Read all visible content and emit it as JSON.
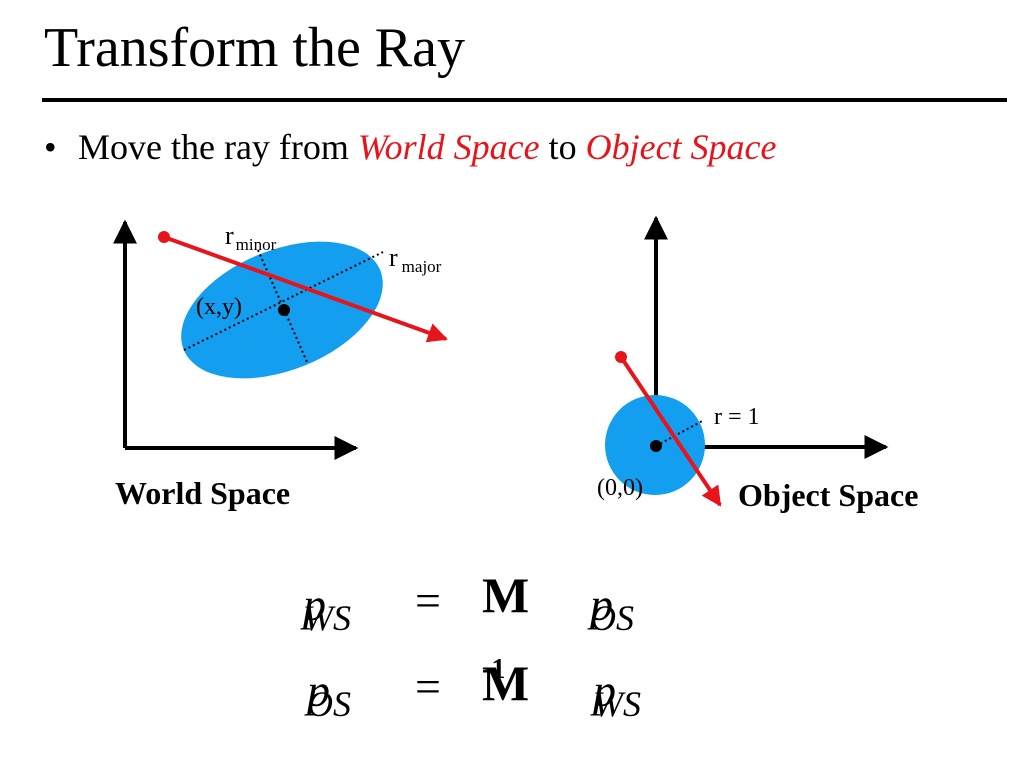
{
  "title": "Transform the Ray",
  "bullet": {
    "marker": "•",
    "prefix": "Move the ray from ",
    "highlight1": "World Space",
    "middle": " to ",
    "highlight2": "Object Space"
  },
  "world": {
    "label": "World Space",
    "center_label": "(x,y)",
    "r_minor_base": "r",
    "r_minor_sub": "minor",
    "r_major_base": "r",
    "r_major_sub": "major"
  },
  "object": {
    "label": "Object Space",
    "origin_label": "(0,0)",
    "radius_label": "r = 1"
  },
  "equations": [
    {
      "lhs": "p",
      "lhs_sub": "WS",
      "eq": "=",
      "matrix": "M",
      "matrix_sup": "",
      "rhs": "p",
      "rhs_sub": "OS"
    },
    {
      "lhs": "p",
      "lhs_sub": "OS",
      "eq": "=",
      "matrix": "M",
      "matrix_sup": "-1",
      "rhs": "p",
      "rhs_sub": "WS"
    }
  ],
  "colors": {
    "ray": "#e8141b",
    "ellipse": "#139ef0",
    "ink": "#000000"
  }
}
